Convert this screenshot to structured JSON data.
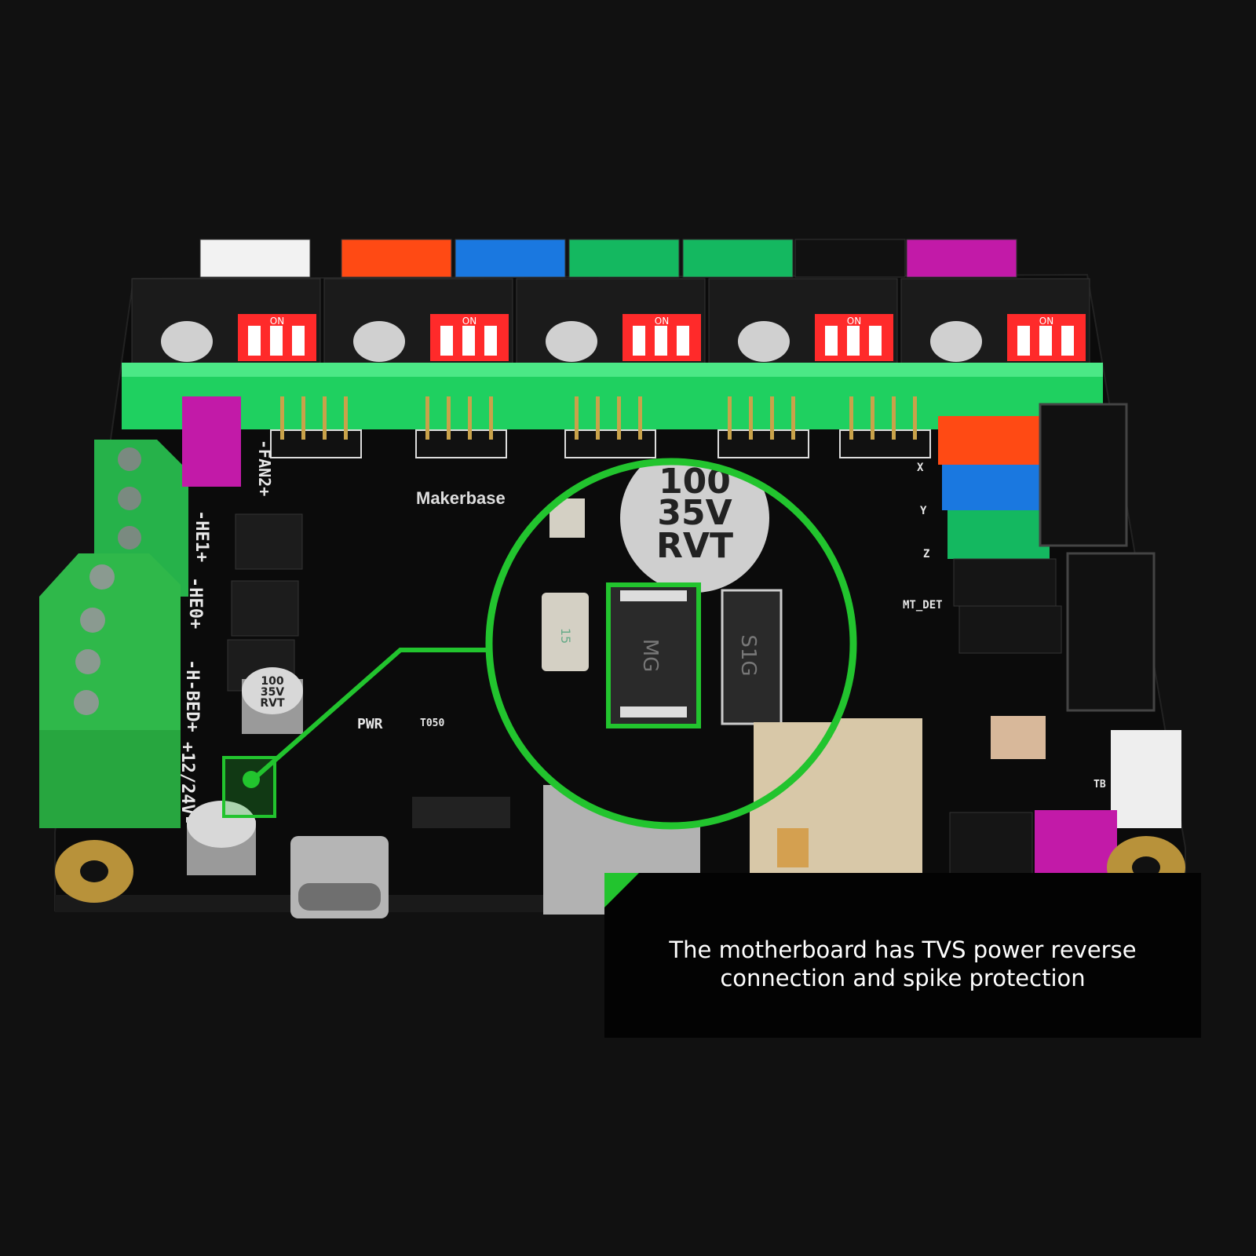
{
  "caption": {
    "line1": "The motherboard has TVS power reverse",
    "line2": "connection and spike protection"
  },
  "board": {
    "brand": "Makerbase",
    "labels": {
      "fan2": "-FAN2+",
      "he1": "-HE1+",
      "he0": "-HE0+",
      "hbed": "-H-BED+",
      "power_in": "+12/24V-",
      "pwr": "PWR",
      "mt_det": "MT_DET",
      "x": "X",
      "y": "Y",
      "z": "Z",
      "tb": "TB",
      "t050": "T050"
    },
    "capacitor": {
      "l1": "100",
      "l2": "35V",
      "l3": "RVT"
    },
    "dip_label": "ON"
  },
  "zoom_detail": {
    "capacitor": {
      "l1": "100",
      "l2": "35V",
      "l3": "RVT"
    },
    "tvs_diode": "MG",
    "diode2": "S1G",
    "fuse": "15"
  },
  "colors": {
    "accent_green": "#22c42e",
    "board": "#0d0d0d",
    "background": "#111111",
    "connectors": [
      "#f2f2f2",
      "#ff4a14",
      "#1a78e0",
      "#14b860",
      "#14b860",
      "#111111",
      "#c21aa8"
    ]
  }
}
